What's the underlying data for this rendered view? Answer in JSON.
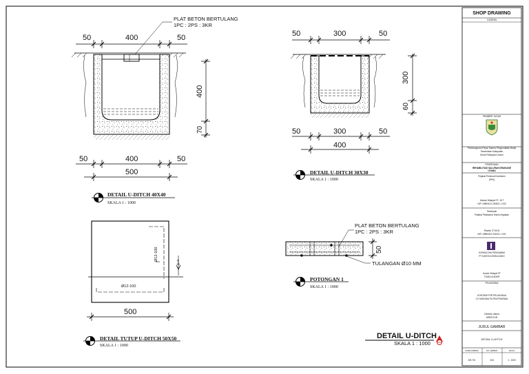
{
  "title_block": {
    "header": "SHOP DRAWING",
    "sub_header": "CATATAN",
    "owner_label": "PEMBERI TUGAS",
    "agency_line1": "Pembangunan Pasar Sarana Pengendalian Banjir",
    "agency_line2": "Pemerintah Kabupaten",
    "agency_line3": "Dinas Pekerjaan Umum",
    "work_label": "PEKERJAAN",
    "work_name_line1": "REHABILITASI SALURAN DRAINASE",
    "work_name_line2": "UTAMA",
    "ppk_label": "Pejabat Pembuat Komitmen",
    "ppk_sub": "(PPK)",
    "ppk_name": "Ahmad Hidayat ST., M.T",
    "ppk_nip": "NIP. 19800101 200501 1 002",
    "pptk_label": "Pembantu",
    "pptk_sub": "Pejabat Pelaksana Teknis Kegiatan",
    "pptk_name": "Rizaldi, ST.M.Si",
    "pptk_nip": "NIP. 19850202 201001 1 001",
    "consultant_label": "KONSULTAN PENGAWAS",
    "consultant_name": "PT KARYA KONSULINDO",
    "consultant_person": "Anwar Hidayat ST",
    "consultant_role": "TEAM LEADER",
    "contractor_label": "PELAKSANA",
    "contractor_line1": "KONTRAKTOR PELAKSANA",
    "contractor_line2": "CV KARUNIA PUTRA PRATAMA",
    "contractor_person": "Direktur Utama",
    "contractor_role": "DIREKTUR",
    "drawing_title_label": "JUDUL GAMBAR",
    "drawing_title": "DETAIL U-DITCH",
    "col_code": "KODE GAMBAR",
    "col_no": "NO. LEMBAR",
    "col_scale": "SKALA",
    "code_value": "AR-701",
    "no_value": "018",
    "scale_value": "1 : 1000"
  },
  "labels": {
    "plat_beton": "PLAT BETON BERTULANG",
    "plat_spec": "1PC : 2PS : 3KR",
    "tulangan": "TULANGAN Ø10 MM",
    "rebar_vertical": "Ø12-100",
    "rebar_horizontal": "Ø12-100",
    "section_marker": "1"
  },
  "detail_40": {
    "title": "DETAIL U-DITCH 40X40",
    "scale": "SKALA 1 : 1000",
    "dim_top": [
      "50",
      "400",
      "50"
    ],
    "dim_bottom": [
      "50",
      "400",
      "50"
    ],
    "dim_total": "500",
    "dim_height": "400",
    "dim_base": "70"
  },
  "detail_30": {
    "title": "DETAIL U-DITCH 30X30",
    "scale": "SKALA 1 : 1000",
    "dim_top": [
      "50",
      "300",
      "50"
    ],
    "dim_bottom": [
      "50",
      "300",
      "50"
    ],
    "dim_total": "400",
    "dim_height": "300",
    "dim_base": "60"
  },
  "detail_cover": {
    "title": "DETAIL TUTUP U-DITCH 50X50",
    "scale": "SKALA 1 : 1000",
    "dim_width": "500"
  },
  "potongan": {
    "title": "POTONGAN 1",
    "scale": "SKALA 1 : 1000",
    "dim_height": "50"
  },
  "main_title": {
    "title": "DETAIL U-DITCH",
    "scale": "SKALA 1 : 1000"
  }
}
